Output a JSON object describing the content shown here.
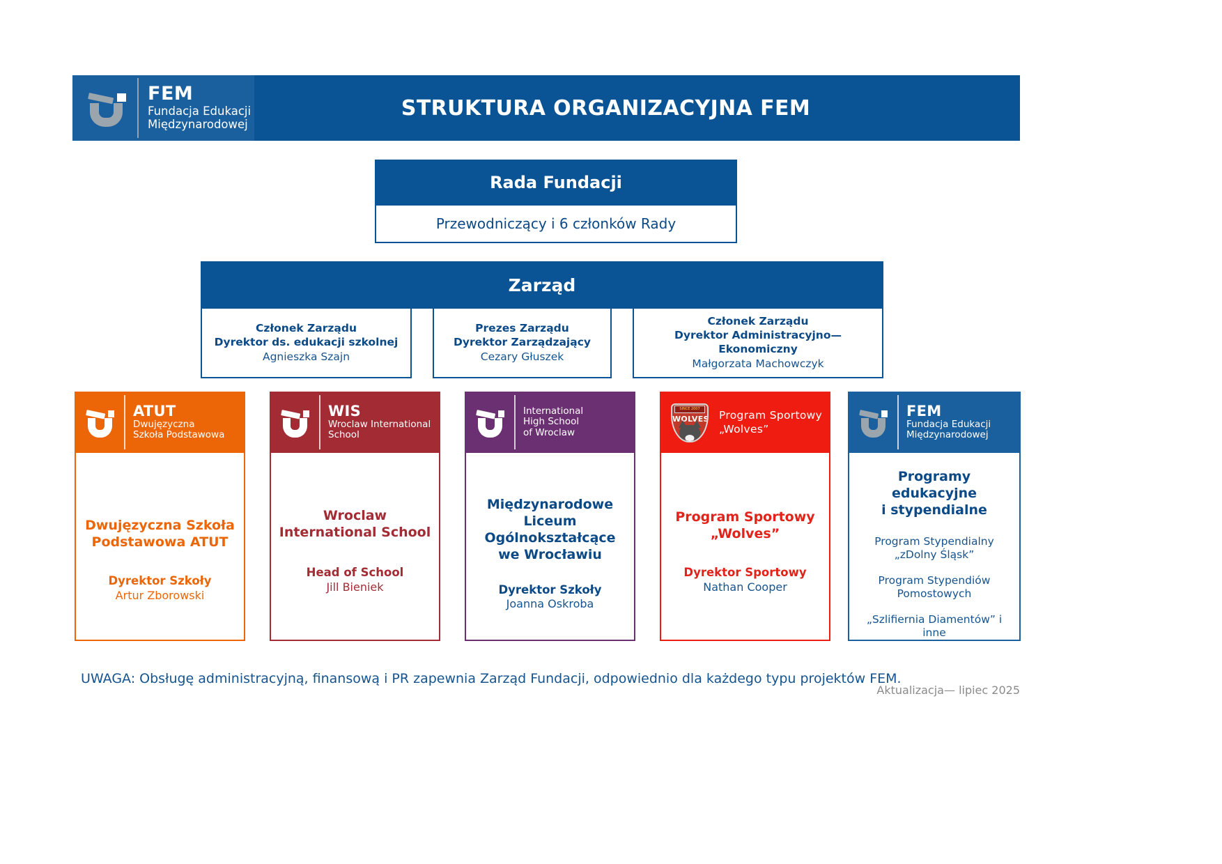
{
  "header": {
    "logo": {
      "mark": "fem-u-logomark",
      "line1": "FEM",
      "line2": "Fundacja Edukacji",
      "line3": "Międzynarodowej"
    },
    "title": "STRUKTURA ORGANIZACYJNA FEM"
  },
  "council": {
    "title": "Rada Fundacji",
    "composition": "Przewodniczący i 6 członków Rady"
  },
  "board": {
    "title": "Zarząd",
    "members": [
      {
        "role_line1": "Członek Zarządu",
        "role_line2": "Dyrektor ds. edukacji szkolnej",
        "person": "Agnieszka Szajn"
      },
      {
        "role_line1": "Prezes Zarządu",
        "role_line2": "Dyrektor Zarządzający",
        "person": "Cezary Głuszek"
      },
      {
        "role_line1": "Członek Zarządu",
        "role_line2": "Dyrektor Administracyjno—Ekonomiczny",
        "person": "Małgorzata Machowczyk"
      }
    ]
  },
  "units": [
    {
      "key": "atut",
      "color": "#EC6608",
      "logo": {
        "mark": "atut-u-logomark",
        "t1": "ATUT",
        "t2": "Dwujęzyczna",
        "t3": "Szkoła Podstawowa"
      },
      "title_line1": "Dwujęzyczna Szkoła",
      "title_line2": "Podstawowa ATUT",
      "role": "Dyrektor Szkoły",
      "person": "Artur Zborowski"
    },
    {
      "key": "wis",
      "color": "#A32B34",
      "logo": {
        "mark": "wis-u-logomark",
        "t1": "WIS",
        "t2": "Wroclaw International",
        "t3": "School"
      },
      "title_line1": "Wroclaw",
      "title_line2": "International School",
      "role": "Head of School",
      "person": "Jill Bieniek"
    },
    {
      "key": "ihs",
      "color": "#6B3071",
      "logo": {
        "mark": "ihs-u-logomark",
        "t1": "International",
        "t2": "High School",
        "t3": "of Wroclaw"
      },
      "title_line1": "Międzynarodowe",
      "title_line2": "Liceum",
      "title_line3": "Ogólnokształcące",
      "title_line4": "we Wrocławiu",
      "role": "Dyrektor Szkoły",
      "person": "Joanna Oskroba"
    },
    {
      "key": "wolves",
      "color": "#EE1C11",
      "logo": {
        "mark": "wolves-shield-icon",
        "badge_banner": "SINCE 2007",
        "badge_word": "WOLVES",
        "t1": "Program Sportowy",
        "t2": "„Wolves”"
      },
      "title_line1": "Program Sportowy",
      "title_line2": "„Wolves”",
      "role": "Dyrektor Sportowy",
      "person": "Nathan Cooper"
    },
    {
      "key": "fem",
      "color": "#1a5f9e",
      "logo": {
        "mark": "fem-u-logomark",
        "t1": "FEM",
        "t2": "Fundacja Edukacji",
        "t3": "Międzynarodowej"
      },
      "title_line1": "Programy",
      "title_line2": "edukacyjne",
      "title_line3": "i stypendialne",
      "programs": [
        "Program Stypendialny\n„zDolny Śląsk”",
        "Program Stypendiów\nPomostowych",
        "„Szlifiernia Diamentów” i inne"
      ]
    }
  ],
  "footer": {
    "note": "UWAGA: Obsługę administracyjną, finansową i PR zapewnia Zarząd Fundacji, odpowiednio dla każdego typu projektów FEM.",
    "updated": "Aktualizacja— lipiec 2025"
  }
}
